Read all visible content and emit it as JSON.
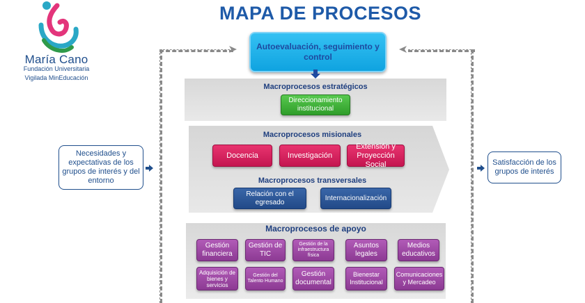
{
  "logo": {
    "name": "María Cano",
    "subtitle": "Fundación Universitaria",
    "vigilada": "Vigilada MinEducación"
  },
  "title": "MAPA DE PROCESOS",
  "top_box": "Autoevaluación, seguimiento y control",
  "left_box": "Necesidades y expectativas de los grupos de interés y del entorno",
  "right_box": "Satisfacción de los grupos de interés",
  "estrategicos": {
    "label": "Macroprocesos estratégicos",
    "items": [
      "Direccionamiento institucional"
    ]
  },
  "misionales": {
    "label": "Macroprocesos misionales",
    "items": [
      "Docencia",
      "Investigación",
      "Extensión y Proyección Social"
    ]
  },
  "transversales": {
    "label": "Macroprocesos transversales",
    "items": [
      "Relación con el egresado",
      "Internacionalización"
    ]
  },
  "apoyo": {
    "label": "Macroprocesos de apoyo",
    "row1": [
      "Gestión financiera",
      "Gestión de TIC",
      "Gestión de la infraestructura física",
      "Asuntos legales",
      "Medios educativos"
    ],
    "row2": [
      "Adquisición de bienes y servicios",
      "Gestión del Talento Humano",
      "Gestión documental",
      "Bienestar Institucional",
      "Comunicaciones y Mercadeo"
    ]
  },
  "colors": {
    "title": "#1e5aa8",
    "top_box": "#1fb2ea",
    "estrategicos": "#3aa835",
    "misionales": "#d81f5e",
    "transversales": "#2a5596",
    "apoyo": "#9f4aa6"
  }
}
